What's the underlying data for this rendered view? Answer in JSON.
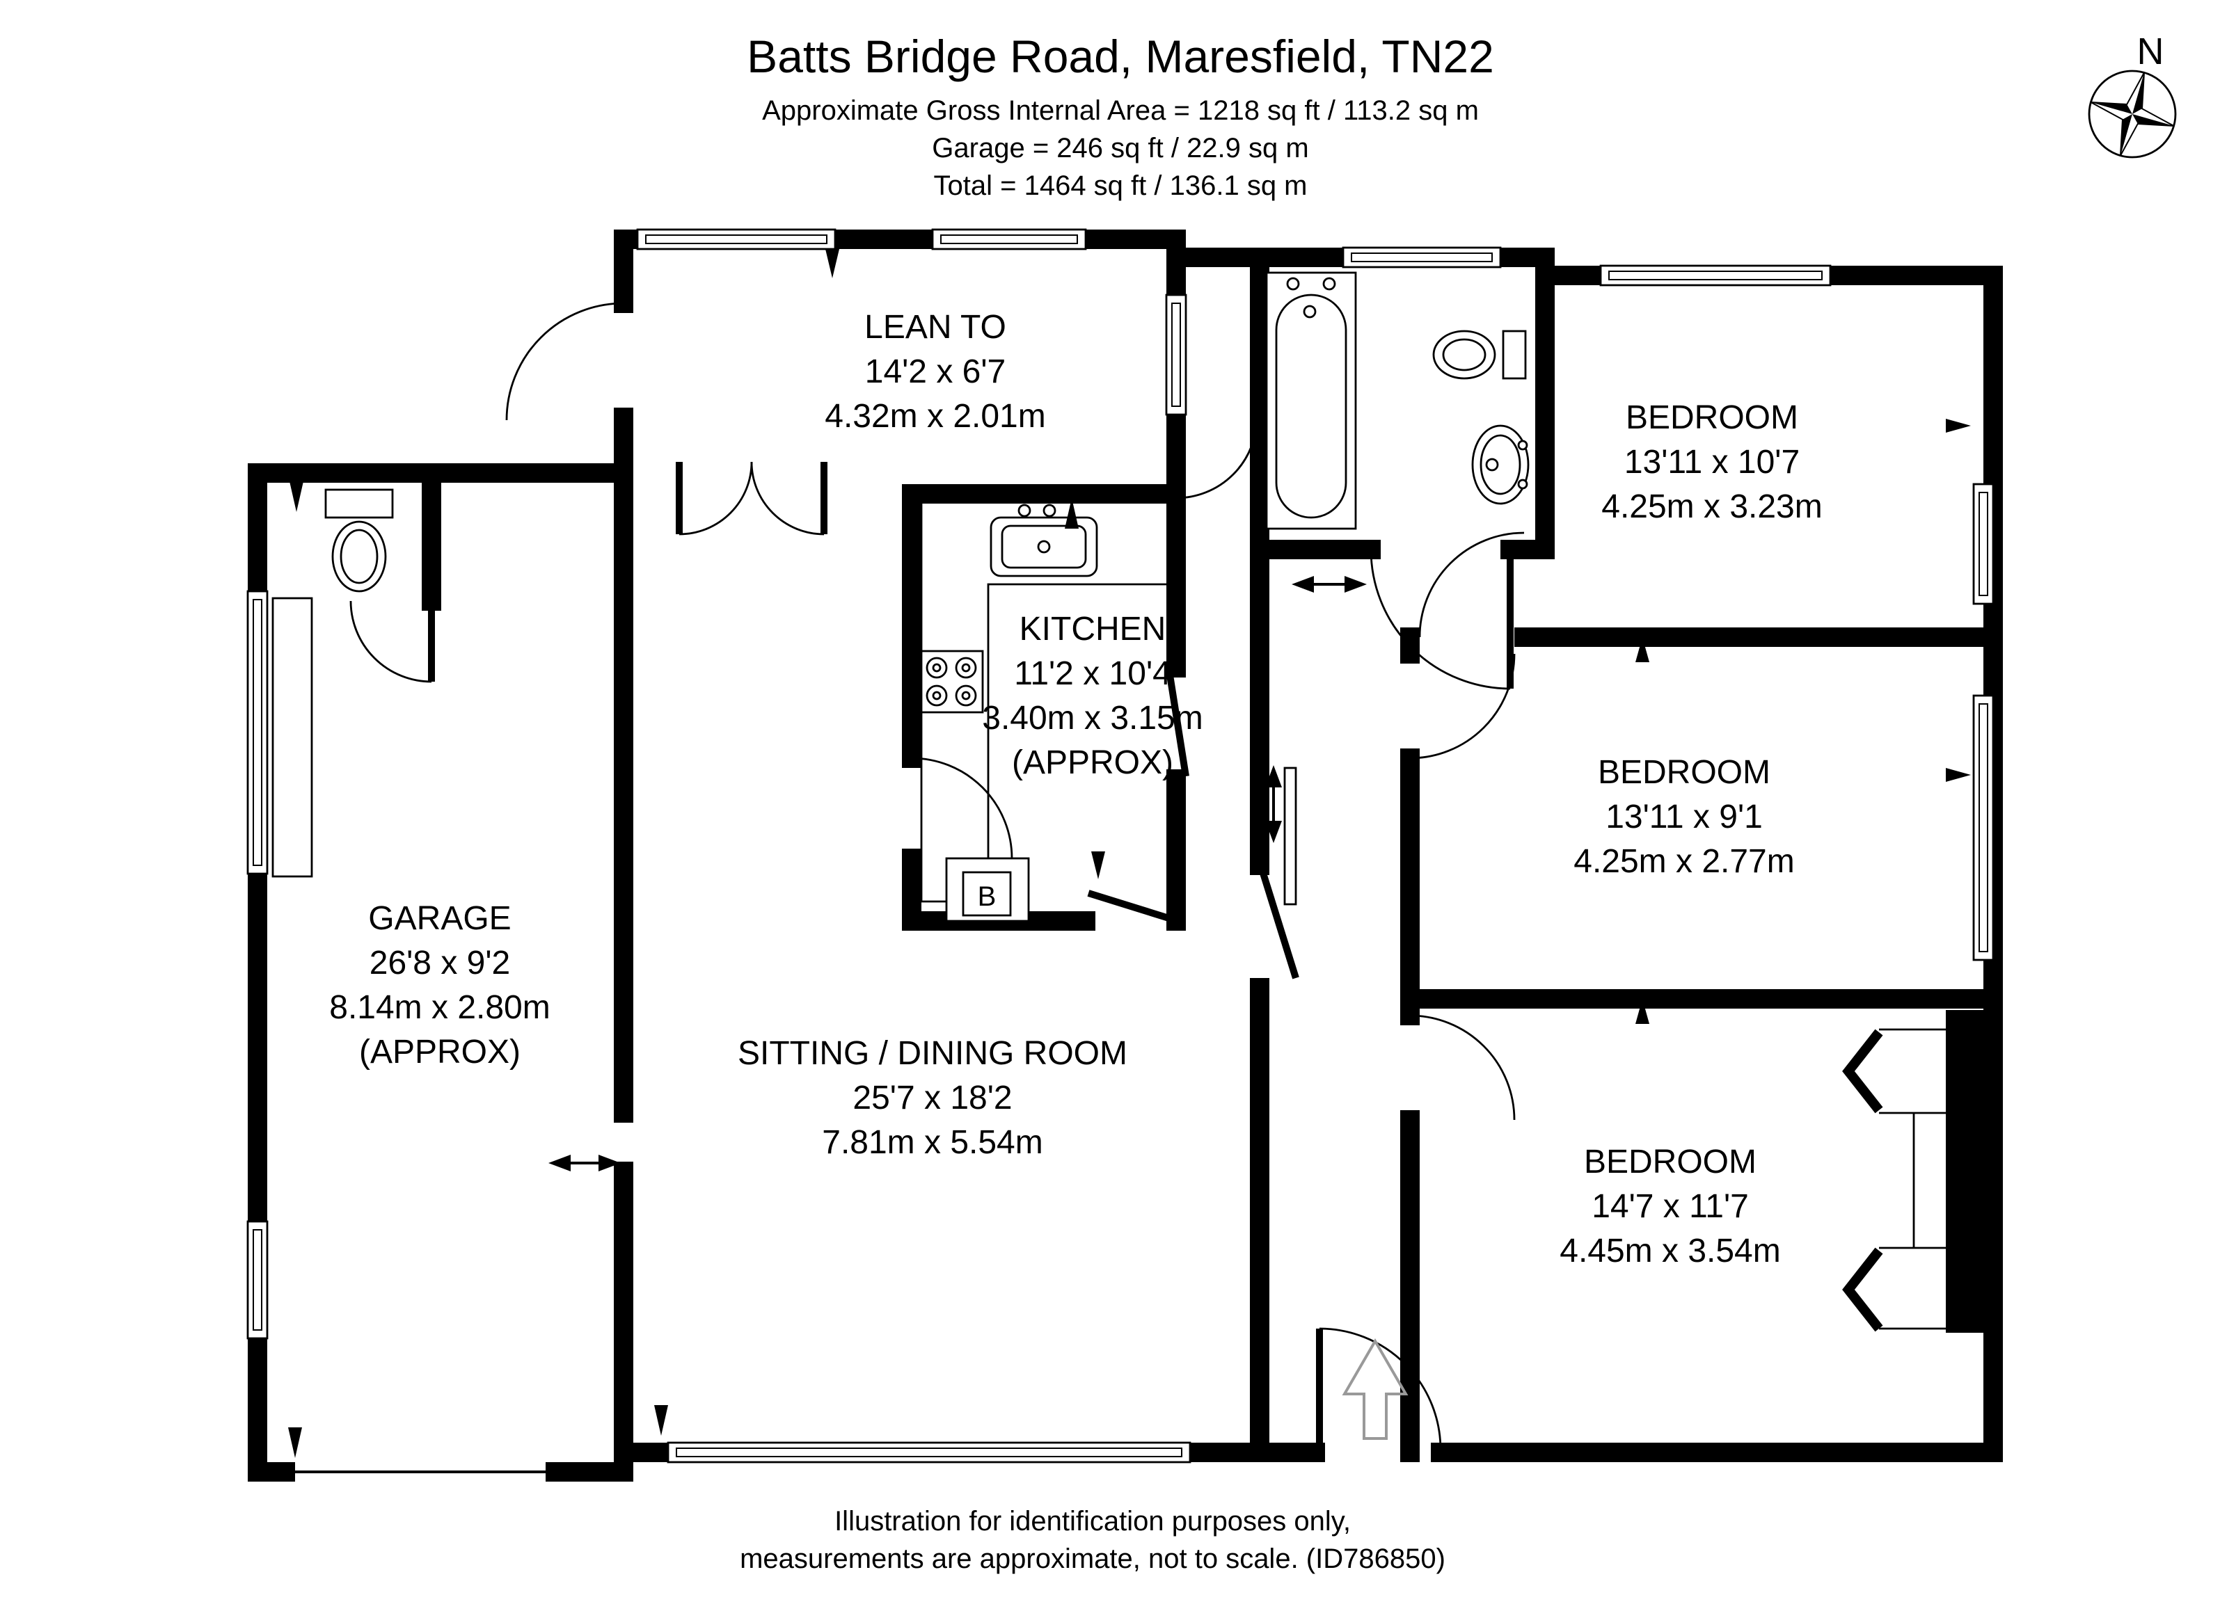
{
  "header": {
    "title": "Batts Bridge Road, Maresfield, TN22",
    "area_line1": "Approximate Gross Internal Area = 1218 sq ft / 113.2 sq m",
    "area_line2": "Garage = 246 sq ft / 22.9 sq m",
    "area_line3": "Total = 1464 sq ft / 136.1 sq m"
  },
  "compass": {
    "label": "N"
  },
  "rooms": [
    {
      "name": "LEAN TO",
      "imperial": "14'2 x 6'7",
      "metric": "4.32m x 2.01m",
      "note": ""
    },
    {
      "name": "KITCHEN",
      "imperial": "11'2 x 10'4",
      "metric": "3.40m x 3.15m",
      "note": "(APPROX)"
    },
    {
      "name": "GARAGE",
      "imperial": "26'8 x 9'2",
      "metric": "8.14m x 2.80m",
      "note": "(APPROX)"
    },
    {
      "name": "SITTING / DINING ROOM",
      "imperial": "25'7 x 18'2",
      "metric": "7.81m x 5.54m",
      "note": ""
    },
    {
      "name": "BEDROOM",
      "imperial": "13'11 x 10'7",
      "metric": "4.25m x 3.23m",
      "note": ""
    },
    {
      "name": "BEDROOM",
      "imperial": "13'11 x 9'1",
      "metric": "4.25m x 2.77m",
      "note": ""
    },
    {
      "name": "BEDROOM",
      "imperial": "14'7 x 11'7",
      "metric": "4.45m x 3.54m",
      "note": ""
    }
  ],
  "fixtures": {
    "boiler_label": "B"
  },
  "footer": {
    "line1": "Illustration for identification purposes only,",
    "line2": "measurements are approximate, not to scale. (ID786850)"
  },
  "colors": {
    "ink": "#000000",
    "paper": "#ffffff",
    "entrance_arrow": "#999999"
  }
}
